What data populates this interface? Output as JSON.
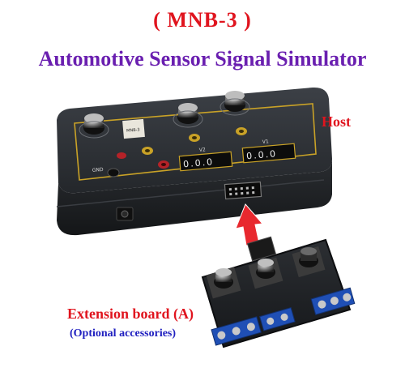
{
  "heading": {
    "model": "( MNB-3 )",
    "product": "Automotive Sensor Signal Simulator"
  },
  "labels": {
    "host": "Host",
    "extension_board": "Extension board (A)",
    "optional": "(Optional accessories)"
  },
  "device": {
    "panel_model": "MNB-3",
    "display_v1": "0.0.0",
    "display_v2": "0.0.0",
    "label_v1": "V1",
    "label_v2": "V2",
    "gnd": "GND"
  },
  "colors": {
    "title_red": "#e0141e",
    "title_purple": "#6a1fb0",
    "note_blue": "#2020c0",
    "arrow_red": "#e8282e"
  }
}
